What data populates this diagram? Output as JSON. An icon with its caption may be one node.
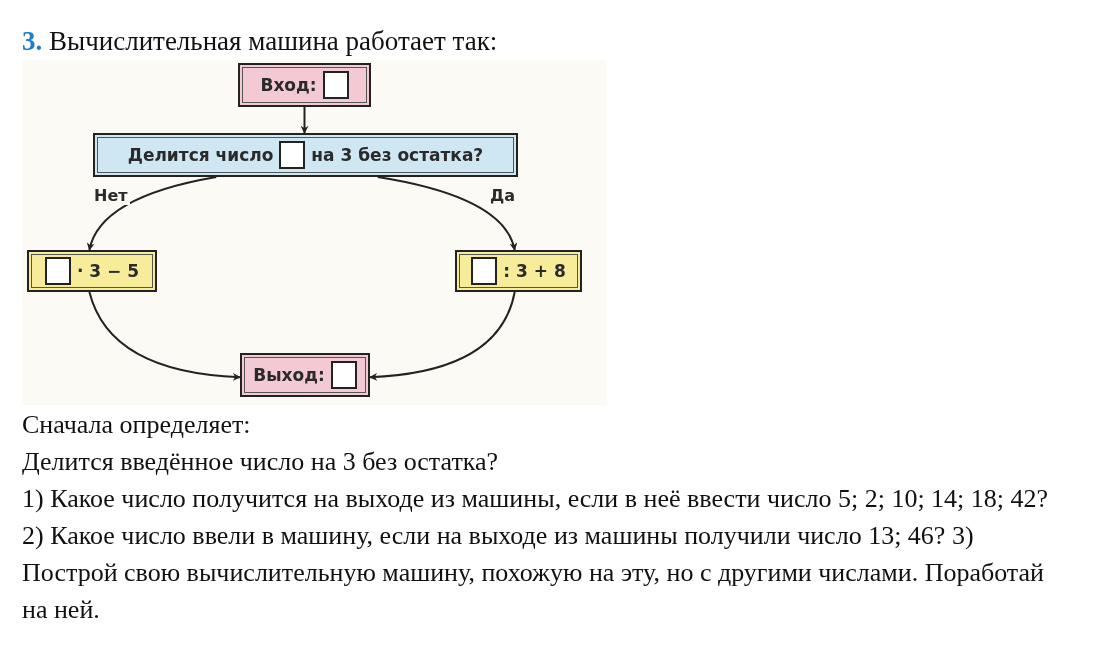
{
  "diagram": {
    "title": "**3.** Вычислительная машина работает так:",
    "nodes": [
      {
        "text": [
          "Вход:"
        ]
      },
      {
        "text": [
          "Делится число",
          "на 3 без остатка?"
        ]
      },
      {
        "text": [
          "· 3 − 5"
        ]
      },
      {
        "text": [
          ": 3 + 8"
        ]
      },
      {
        "text": [
          "Выход:"
        ]
      }
    ],
    "edges": [
      {
        "from": 0,
        "to": 1,
        "arrow": "to"
      },
      {
        "from": 1,
        "to": 2,
        "arrow": "to",
        "label": "Нет"
      },
      {
        "from": 1,
        "to": 3,
        "arrow": "to",
        "label": "Да"
      },
      {
        "from": 2,
        "to": 4,
        "arrow": "to"
      },
      {
        "from": 3,
        "to": 4,
        "arrow": "to"
      }
    ],
    "labels": [
      "Сначала определяет:",
      "Делится введённое число на 3 без остатка?",
      "1) Какое число получится на выходе из машины, если в неё ввести число 5; 2; 10; 14; 18; 42?",
      "2) Какое число ввели в машину, если на выходе из машины получили число 13; 46? 3) Построй свою вычислительную машину, похожую на эту, но с другими числами. Поработай на ней."
    ]
  }
}
